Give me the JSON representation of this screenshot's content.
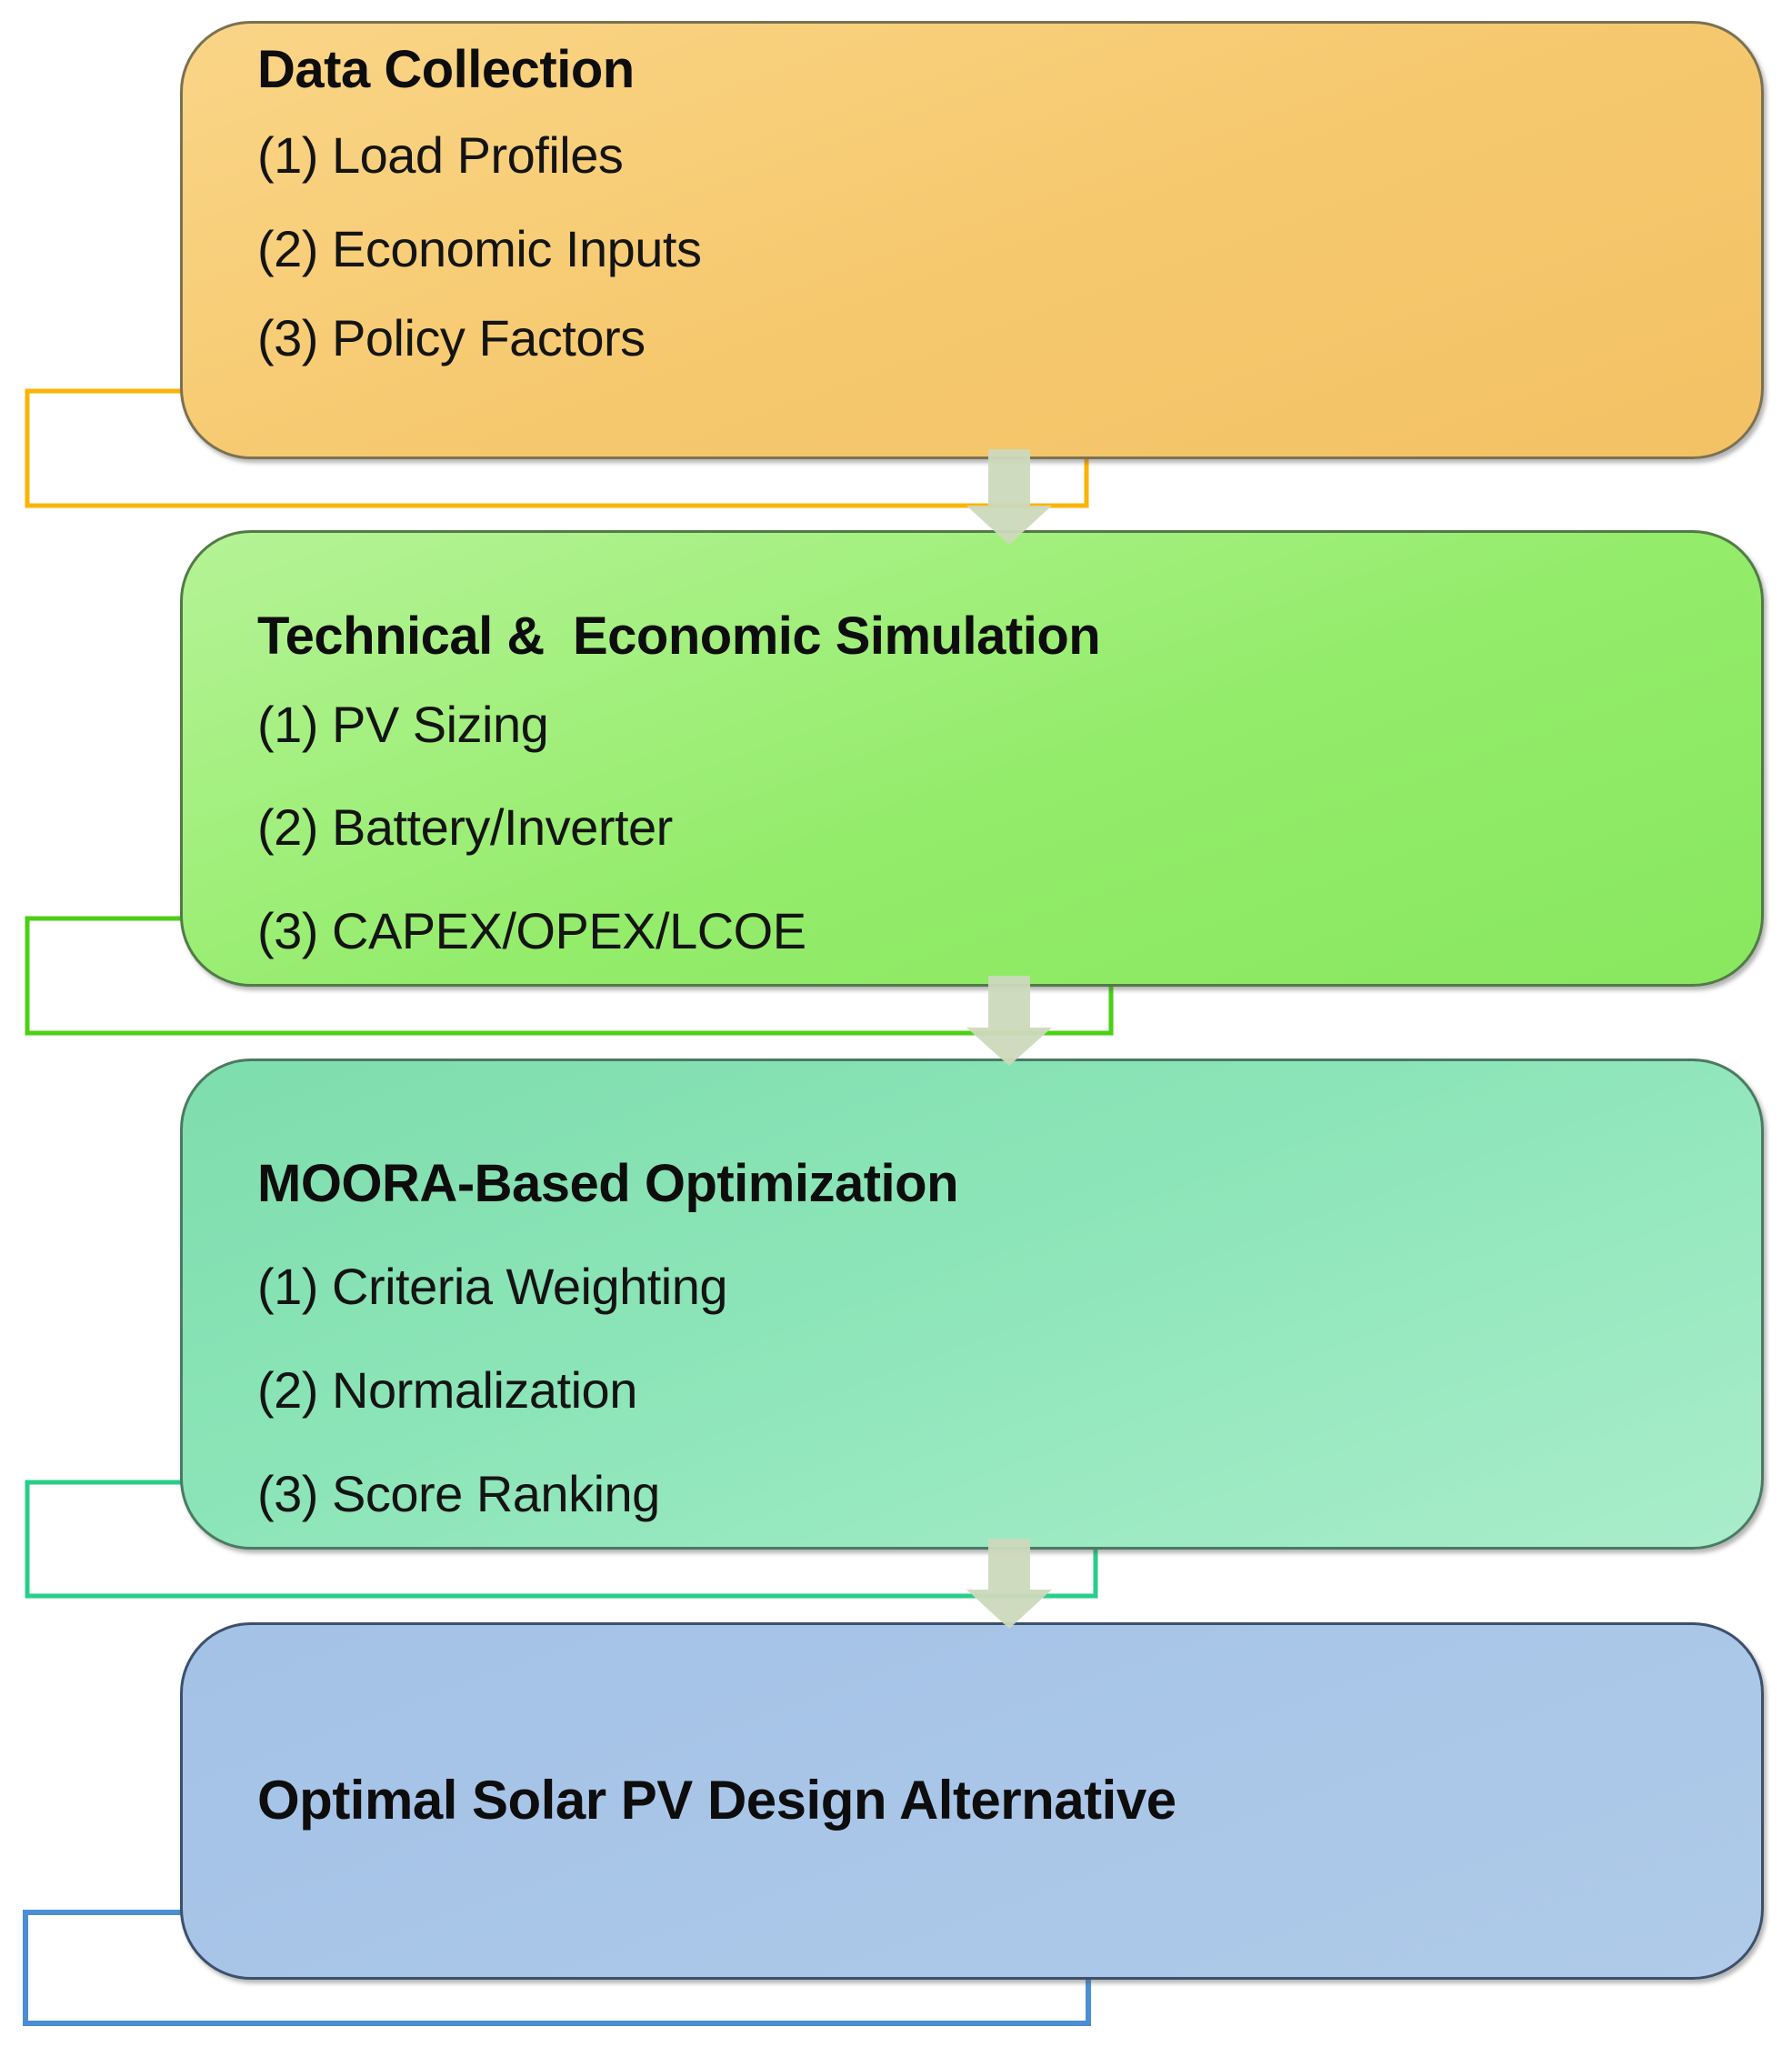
{
  "figure": {
    "background": "#ffffff",
    "arrow_color": "#ccd9bc",
    "boxes": [
      {
        "name": "data-collection",
        "title": "Data Collection",
        "items": [
          "(1) Load Profiles",
          "(2) Economic Inputs",
          "(3) Policy Factors"
        ],
        "fill": "linear-gradient(160deg, #fad587 0%, #f6c96f 50%, #f3c164 100%)",
        "border_color": "#7a7152",
        "connector_color": "#fbb305"
      },
      {
        "name": "technical-economic-simulation",
        "title": "Technical &  Economic Simulation",
        "items": [
          "(1) PV Sizing",
          "(2) Battery/Inverter",
          "(3) CAPEX/OPEX/LCOE"
        ],
        "fill": "linear-gradient(160deg, #b5f396 0%, #93ec6a 55%, #89e75f 100%)",
        "border_color": "#527a47",
        "connector_color": "#4ccf15"
      },
      {
        "name": "moora-based-optimization",
        "title": "MOORA-Based Optimization",
        "items": [
          "(1) Criteria Weighting",
          "(2) Normalization",
          "(3) Score Ranking"
        ],
        "fill": "linear-gradient(160deg, #7eddad 0%, #8ce5b8 45%, #a9edcb 100%)",
        "border_color": "#4b7a62",
        "connector_color": "#27ce89"
      },
      {
        "name": "optimal-solar-pv-design-alternative",
        "title": "Optimal Solar PV Design Alternative",
        "items": [],
        "fill": "linear-gradient(160deg, #a3c2e6 0%, #a9c6e8 50%, #b0cbe9 100%)",
        "border_color": "#3d4f6b",
        "connector_color": "#4a8fd3"
      }
    ]
  }
}
